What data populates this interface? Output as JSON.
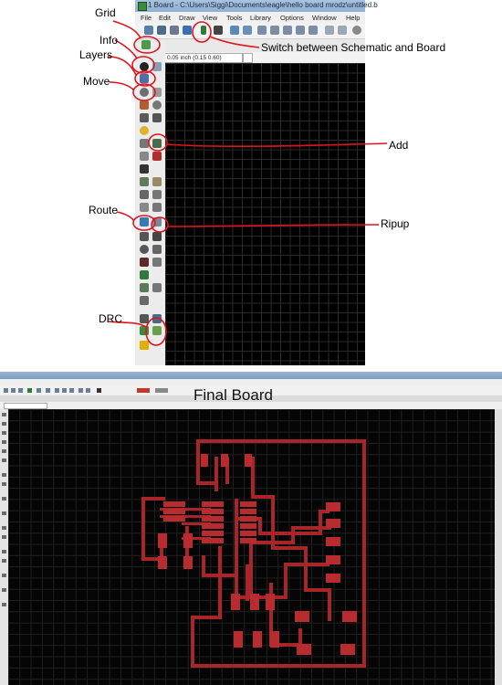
{
  "top_window": {
    "title": "1 Board - C:\\Users\\Siggi\\Documents\\eagle\\hello board mrodz\\untitled.b",
    "menu": [
      "File",
      "Edit",
      "Draw",
      "View",
      "Tools",
      "Library",
      "Options",
      "Window",
      "Help"
    ],
    "coordinate_readout": "0.05 inch (0.15 0.60)"
  },
  "annotations": {
    "grid": "Grid",
    "info": "Info",
    "layers": "Layers",
    "move": "Move",
    "switch": "Switch between Schematic and Board",
    "add": "Add",
    "route": "Route",
    "ripup": "Ripup",
    "drc": "DRC"
  },
  "annotation_color": "#e0141e",
  "canvas_background": "#000000",
  "trace_color": "#a8262a",
  "bottom_section": {
    "heading": "Final Board"
  },
  "icons": {
    "grid": "grid-icon",
    "info": "info-icon",
    "layers": "layers-icon",
    "move": "move-icon",
    "add": "add-icon",
    "route": "route-icon",
    "ripup": "ripup-icon",
    "drc": "drc-icon",
    "switch": "switch-schematic-board-icon",
    "warning": "warning-icon"
  }
}
